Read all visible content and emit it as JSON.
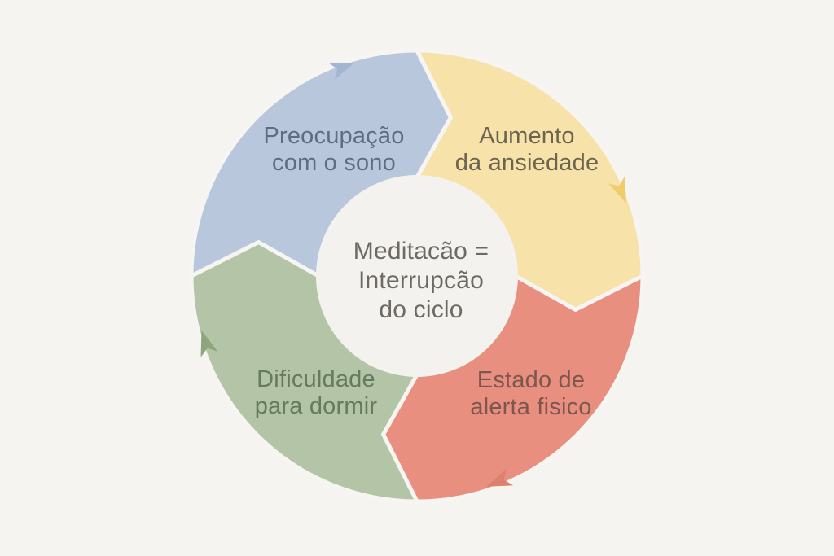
{
  "colors": {
    "background": "#f5f4f1",
    "divider": "#f6f5f2",
    "center_circle": "#f3f2ee"
  },
  "cycle": {
    "center": {
      "line1": "Meditacão =",
      "line2": "Interrupcão",
      "line3": "do ciclo",
      "text_color": "#6e6a63"
    },
    "segments": [
      {
        "name": "preocupacao-com-o-sono",
        "label_line1": "Preocupação",
        "label_line2": "com o sono",
        "fill": "#b9c7dd",
        "arrow_fill": "#a2b6d3",
        "text_color": "#5f6c82"
      },
      {
        "name": "aumento-da-ansiedade",
        "label_line1": "Aumento",
        "label_line2": "da ansiedade",
        "fill": "#f7e2a9",
        "arrow_fill": "#f1cc6d",
        "text_color": "#6c6450"
      },
      {
        "name": "estado-de-alerta-fisico",
        "label_line1": "Estado de",
        "label_line2": "alerta fisico",
        "fill": "#e98f80",
        "arrow_fill": "#dc8170",
        "text_color": "#7d574e"
      },
      {
        "name": "dificuldade-para-dormir",
        "label_line1": "Dificuldade",
        "label_line2": "para dormir",
        "fill": "#b4c4a6",
        "arrow_fill": "#8ea67e",
        "text_color": "#667a5d"
      }
    ]
  }
}
